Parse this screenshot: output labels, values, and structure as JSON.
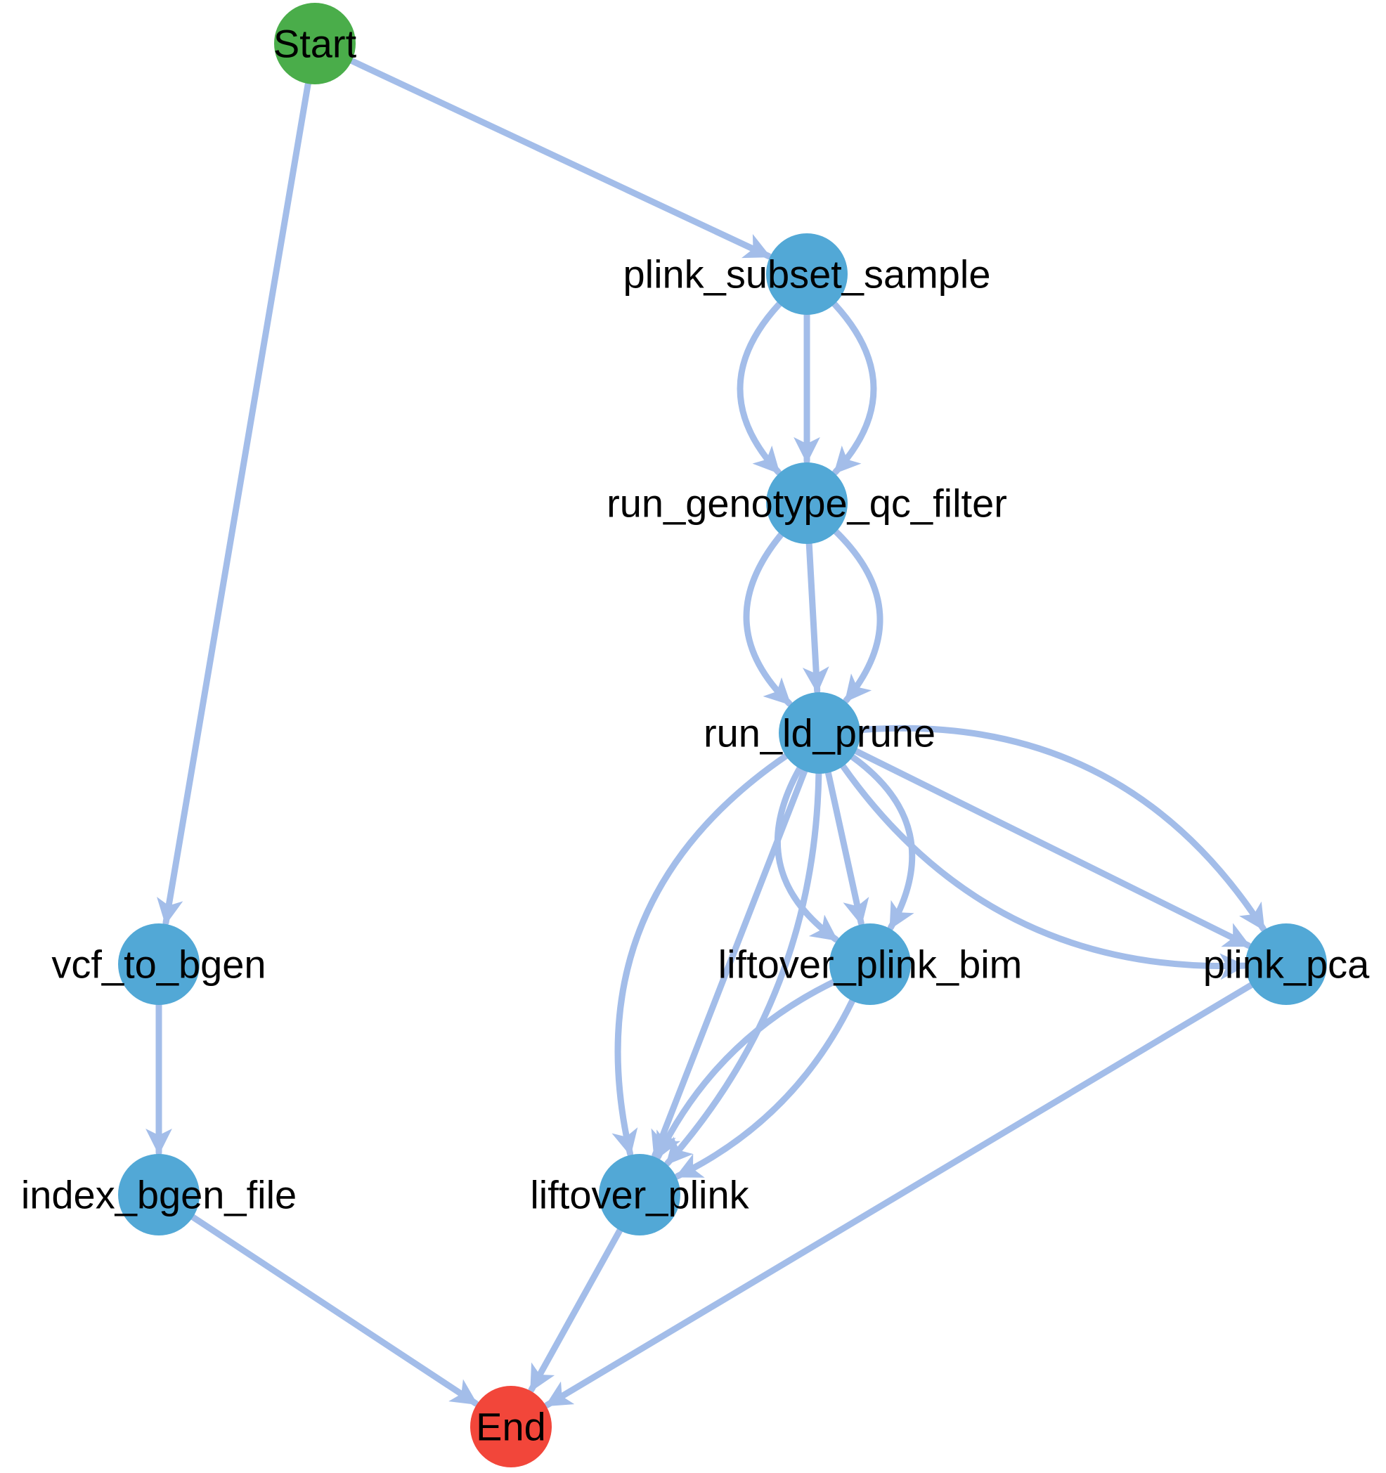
{
  "colors": {
    "start": "#4aad4a",
    "end": "#f2463a",
    "task": "#52a8d6",
    "edge": "#a3bde9",
    "label": "#000000",
    "background": "#ffffff"
  },
  "nodes": [
    {
      "id": "start",
      "label": "Start",
      "kind": "start"
    },
    {
      "id": "plink_subset_sample",
      "label": "plink_subset_sample",
      "kind": "task"
    },
    {
      "id": "run_genotype_qc_filter",
      "label": "run_genotype_qc_filter",
      "kind": "task"
    },
    {
      "id": "run_ld_prune",
      "label": "run_ld_prune",
      "kind": "task"
    },
    {
      "id": "vcf_to_bgen",
      "label": "vcf_to_bgen",
      "kind": "task"
    },
    {
      "id": "liftover_plink_bim",
      "label": "liftover_plink_bim",
      "kind": "task"
    },
    {
      "id": "plink_pca",
      "label": "plink_pca",
      "kind": "task"
    },
    {
      "id": "index_bgen_file",
      "label": "index_bgen_file",
      "kind": "task"
    },
    {
      "id": "liftover_plink",
      "label": "liftover_plink",
      "kind": "task"
    },
    {
      "id": "end",
      "label": "End",
      "kind": "end"
    }
  ],
  "edges": [
    {
      "from": "start",
      "to": "vcf_to_bgen"
    },
    {
      "from": "start",
      "to": "plink_subset_sample"
    },
    {
      "from": "plink_subset_sample",
      "to": "run_genotype_qc_filter"
    },
    {
      "from": "plink_subset_sample",
      "to": "run_genotype_qc_filter"
    },
    {
      "from": "plink_subset_sample",
      "to": "run_genotype_qc_filter"
    },
    {
      "from": "run_genotype_qc_filter",
      "to": "run_ld_prune"
    },
    {
      "from": "run_genotype_qc_filter",
      "to": "run_ld_prune"
    },
    {
      "from": "run_genotype_qc_filter",
      "to": "run_ld_prune"
    },
    {
      "from": "run_ld_prune",
      "to": "liftover_plink_bim"
    },
    {
      "from": "run_ld_prune",
      "to": "liftover_plink_bim"
    },
    {
      "from": "run_ld_prune",
      "to": "liftover_plink_bim"
    },
    {
      "from": "run_ld_prune",
      "to": "plink_pca"
    },
    {
      "from": "run_ld_prune",
      "to": "plink_pca"
    },
    {
      "from": "run_ld_prune",
      "to": "plink_pca"
    },
    {
      "from": "run_ld_prune",
      "to": "liftover_plink"
    },
    {
      "from": "run_ld_prune",
      "to": "liftover_plink"
    },
    {
      "from": "run_ld_prune",
      "to": "liftover_plink"
    },
    {
      "from": "liftover_plink_bim",
      "to": "liftover_plink"
    },
    {
      "from": "liftover_plink_bim",
      "to": "liftover_plink"
    },
    {
      "from": "vcf_to_bgen",
      "to": "index_bgen_file"
    },
    {
      "from": "index_bgen_file",
      "to": "end"
    },
    {
      "from": "liftover_plink",
      "to": "end"
    },
    {
      "from": "plink_pca",
      "to": "end"
    }
  ]
}
